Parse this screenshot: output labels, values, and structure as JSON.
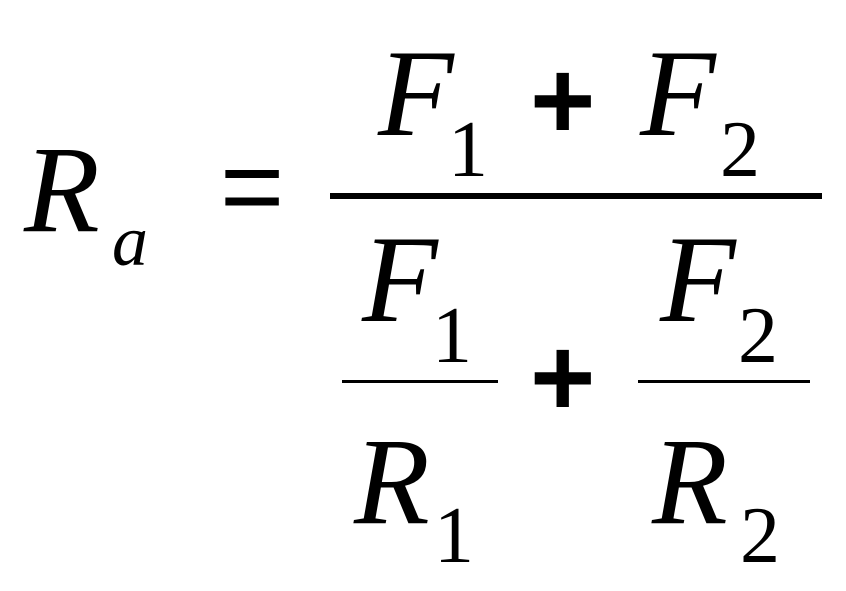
{
  "equation": {
    "lhs": {
      "symbol": "R",
      "subscript": "a"
    },
    "equals": "=",
    "numerator": {
      "term1": {
        "symbol": "F",
        "subscript": "1"
      },
      "operator": "+",
      "term2": {
        "symbol": "F",
        "subscript": "2"
      }
    },
    "denominator": {
      "frac1": {
        "num": {
          "symbol": "F",
          "subscript": "1"
        },
        "den": {
          "symbol": "R",
          "subscript": "1"
        }
      },
      "operator": "+",
      "frac2": {
        "num": {
          "symbol": "F",
          "subscript": "2"
        },
        "den": {
          "symbol": "R",
          "subscript": "2"
        }
      }
    }
  }
}
